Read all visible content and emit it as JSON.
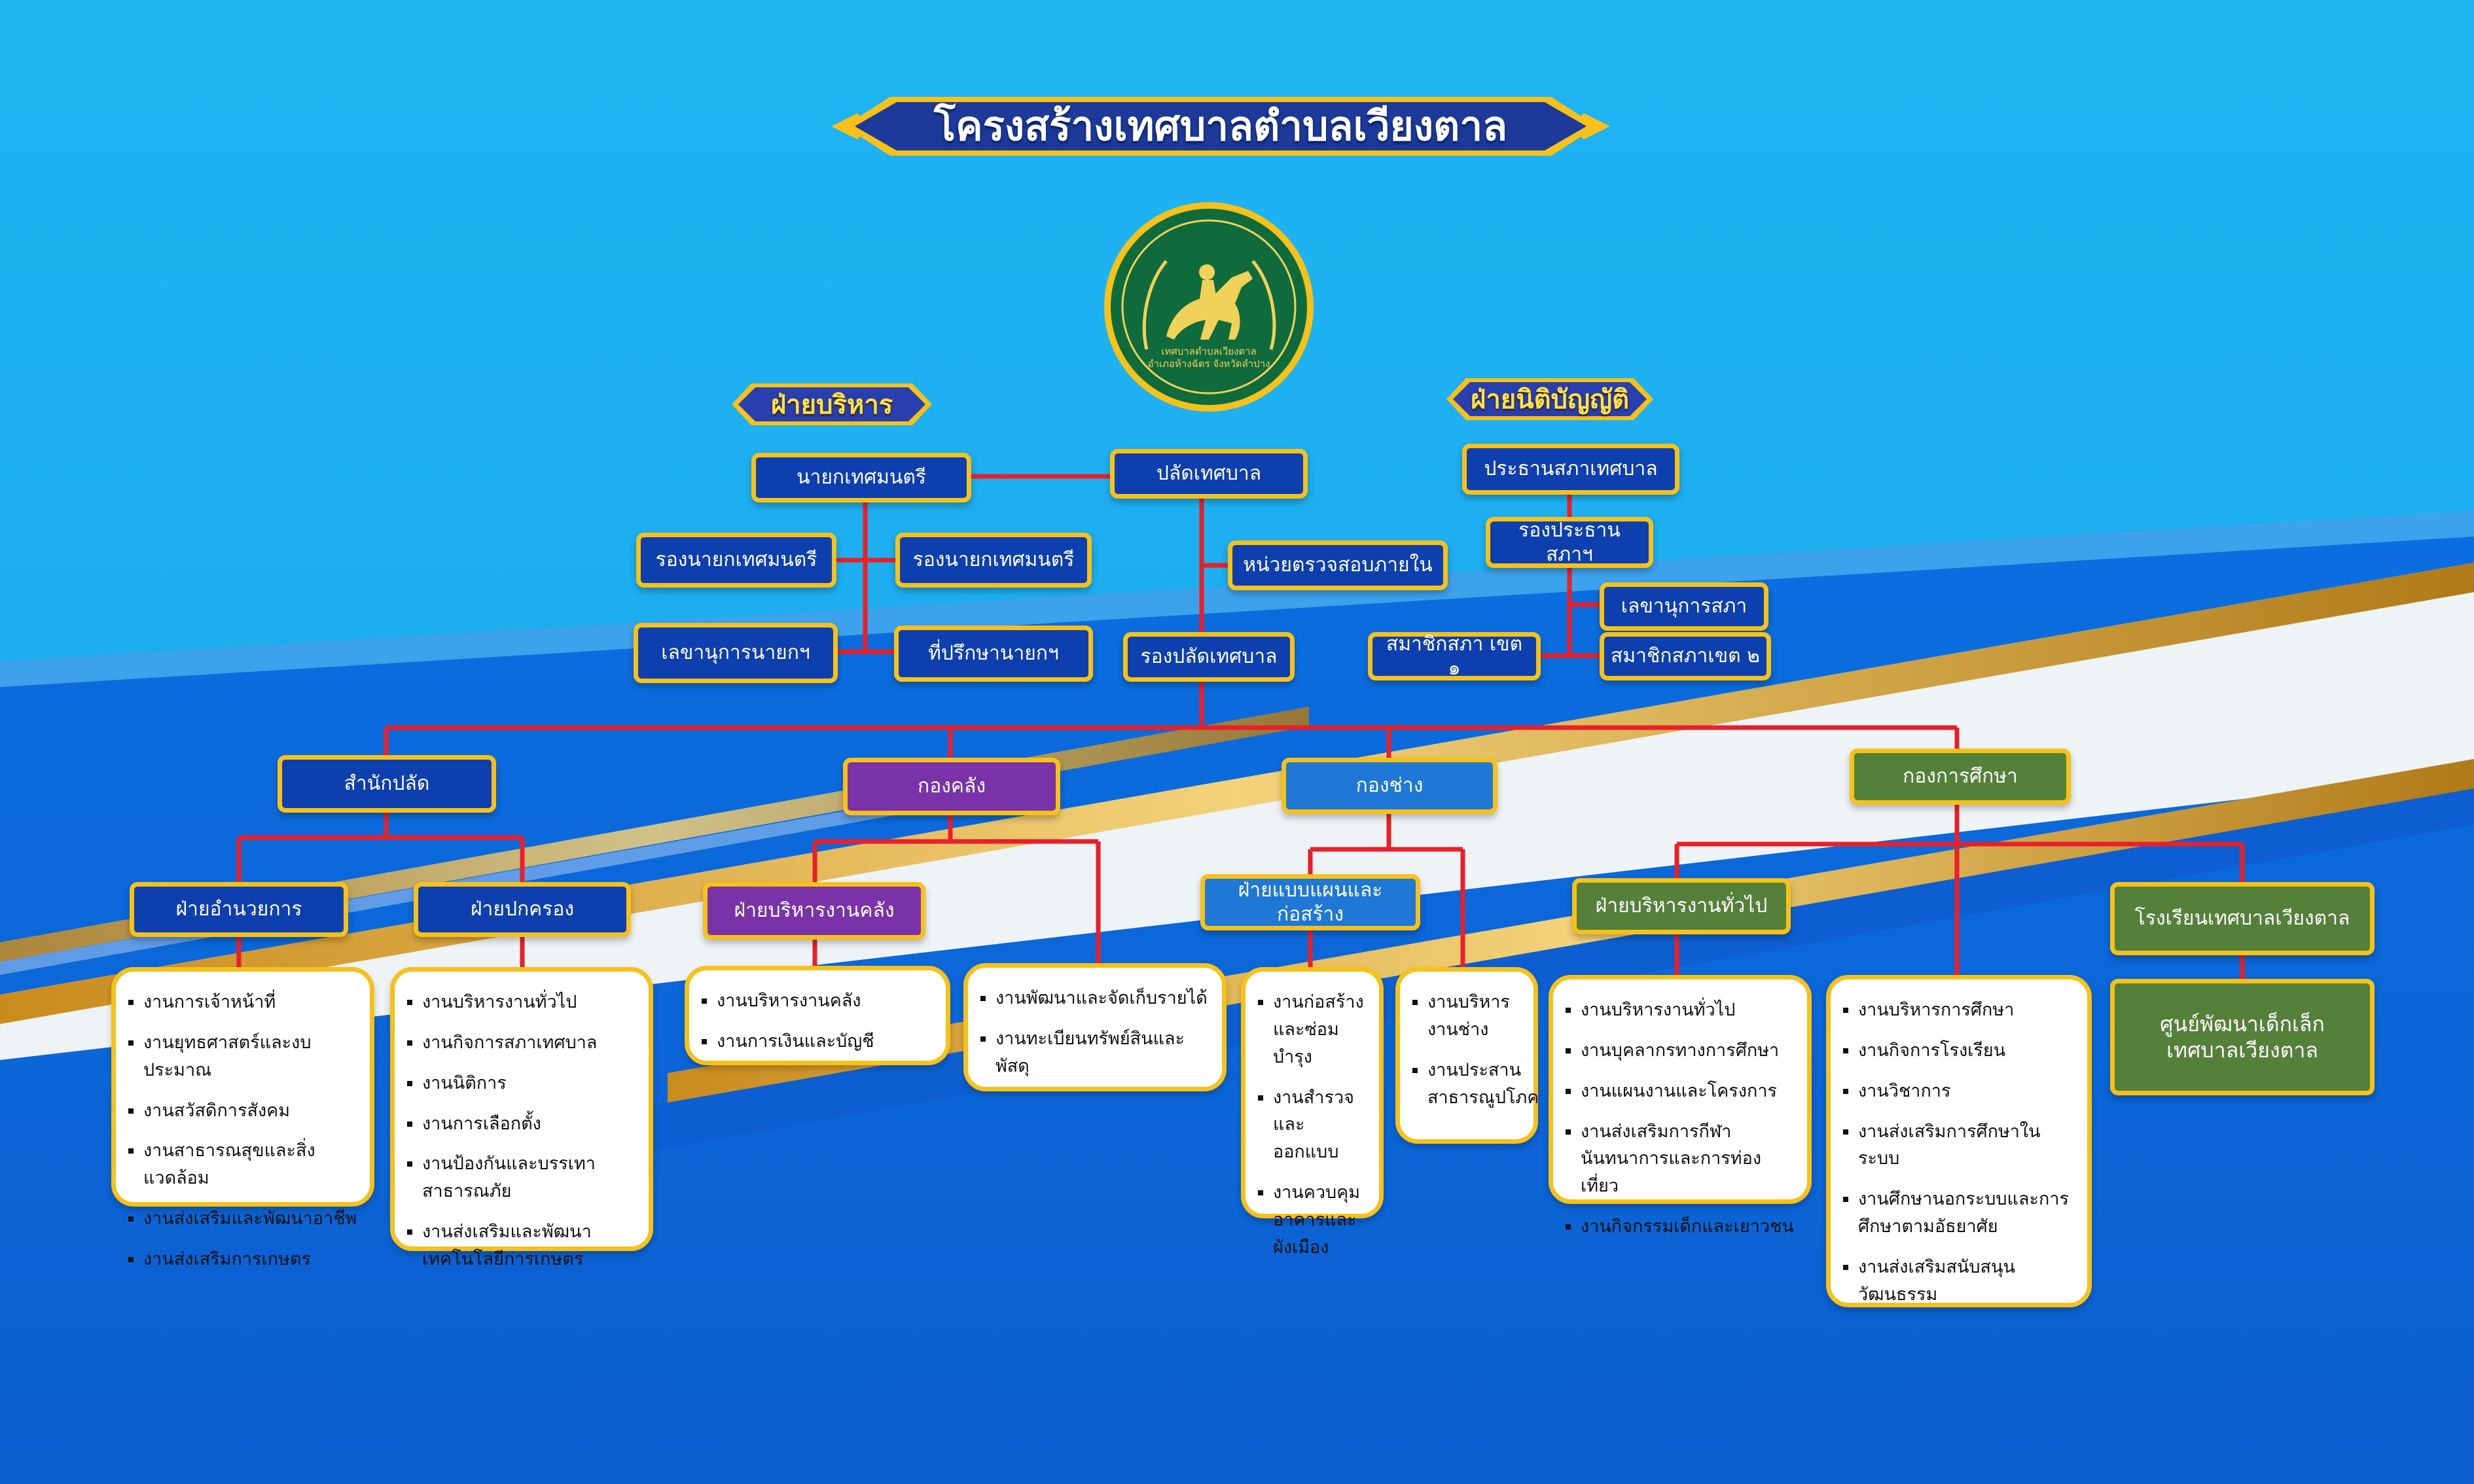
{
  "title": "โครงสร้างเทศบาลตำบลเวียงตาล",
  "logo": {
    "icon": "horse-rider-emblem-icon",
    "line1": "เทศบาลตำบลเวียงตาล",
    "line2": "อำเภอห้างฉัตร จังหวัดลำปาง"
  },
  "sections": {
    "executive": "ฝ่ายบริหาร",
    "legislative": "ฝ่ายนิติบัญญัติ"
  },
  "exec": {
    "mayor": "นายกเทศมนตรี",
    "deputy1": "รองนายกเทศมนตรี",
    "deputy2": "รองนายกเทศมนตรี",
    "secretary": "เลขานุการนายกฯ",
    "advisor": "ที่ปรึกษานายกฯ"
  },
  "clerk": {
    "title": "ปลัดเทศบาล",
    "audit": "หน่วยตรวจสอบภายใน",
    "deputy": "รองปลัดเทศบาล"
  },
  "council": {
    "president": "ประธานสภาเทศบาล",
    "vice": "รองประธานสภาฯ",
    "secretary": "เลขานุการสภา",
    "zone1": "สมาชิกสภา เขต ๑",
    "zone2": "สมาชิกสภาเขต ๒"
  },
  "divisions": {
    "office": {
      "title": "สำนักปลัด",
      "admin": {
        "title": "ฝ่ายอำนวยการ",
        "items": [
          "งานการเจ้าหน้าที่",
          "งานยุทธศาสตร์และงบประมาณ",
          "งานสวัสดิการสังคม",
          "งานสาธารณสุขและสิ่งแวดล้อม",
          "งานส่งเสริมและพัฒนาอาชีพ",
          "งานส่งเสริมการเกษตร"
        ]
      },
      "gov": {
        "title": "ฝ่ายปกครอง",
        "items": [
          "งานบริหารงานทั่วไป",
          "งานกิจการสภาเทศบาล",
          "งานนิติการ",
          "งานการเลือกตั้ง",
          "งานป้องกันและบรรเทาสาธารณภัย",
          "งานส่งเสริมและพัฒนาเทคโนโลยีการเกษตร"
        ]
      }
    },
    "finance": {
      "title": "กองคลัง",
      "admin": {
        "title": "ฝ่ายบริหารงานคลัง",
        "items": [
          "งานบริหารงานคลัง",
          "งานการเงินและบัญชี"
        ]
      },
      "revenue": {
        "items": [
          "งานพัฒนาและจัดเก็บรายได้",
          "งานทะเบียนทรัพย์สินและพัสดุ"
        ]
      }
    },
    "engineering": {
      "title": "กองช่าง",
      "design": {
        "title": "ฝ่ายแบบแผนและก่อสร้าง",
        "items": [
          "งานก่อสร้างและซ่อมบำรุง",
          "งานสำรวจและออกแบบ",
          "งานควบคุมอาคารและผังเมือง"
        ]
      },
      "admin": {
        "items": [
          "งานบริหารงานช่าง",
          "งานประสานสาธารณูปโภค"
        ]
      }
    },
    "education": {
      "title": "กองการศึกษา",
      "general": {
        "title": "ฝ่ายบริหารงานทั่วไป",
        "items": [
          "งานบริหารงานทั่วไป",
          "งานบุคลากรทางการศึกษา",
          "งานแผนงานและโครงการ",
          "งานส่งเสริมการกีฬา นันทนาการและการท่องเที่ยว",
          "งานกิจกรรมเด็กและเยาวชน"
        ]
      },
      "edu": {
        "items": [
          "งานบริหารการศึกษา",
          "งานกิจการโรงเรียน",
          "งานวิชาการ",
          "งานส่งเสริมการศึกษาในระบบ",
          "งานศึกษานอกระบบและการศึกษาตามอัธยาศัย",
          "งานส่งเสริมสนับสนุนวัฒนธรรม"
        ]
      },
      "school": {
        "title": "โรงเรียนเทศบาลเวียงตาล"
      },
      "childcenter": {
        "title": "ศูนย์พัฒนาเด็กเล็กเทศบาลเวียงตาล"
      }
    }
  },
  "colors": {
    "sky": "#1aa6ee",
    "deep_blue": "#0a5fd6",
    "gold": "#f6c21a",
    "line": "#e8202a",
    "navy_box": "#0d3fae",
    "purple_box": "#7a32a8",
    "light_blue_box": "#1f78d6",
    "green_box": "#54803a"
  }
}
